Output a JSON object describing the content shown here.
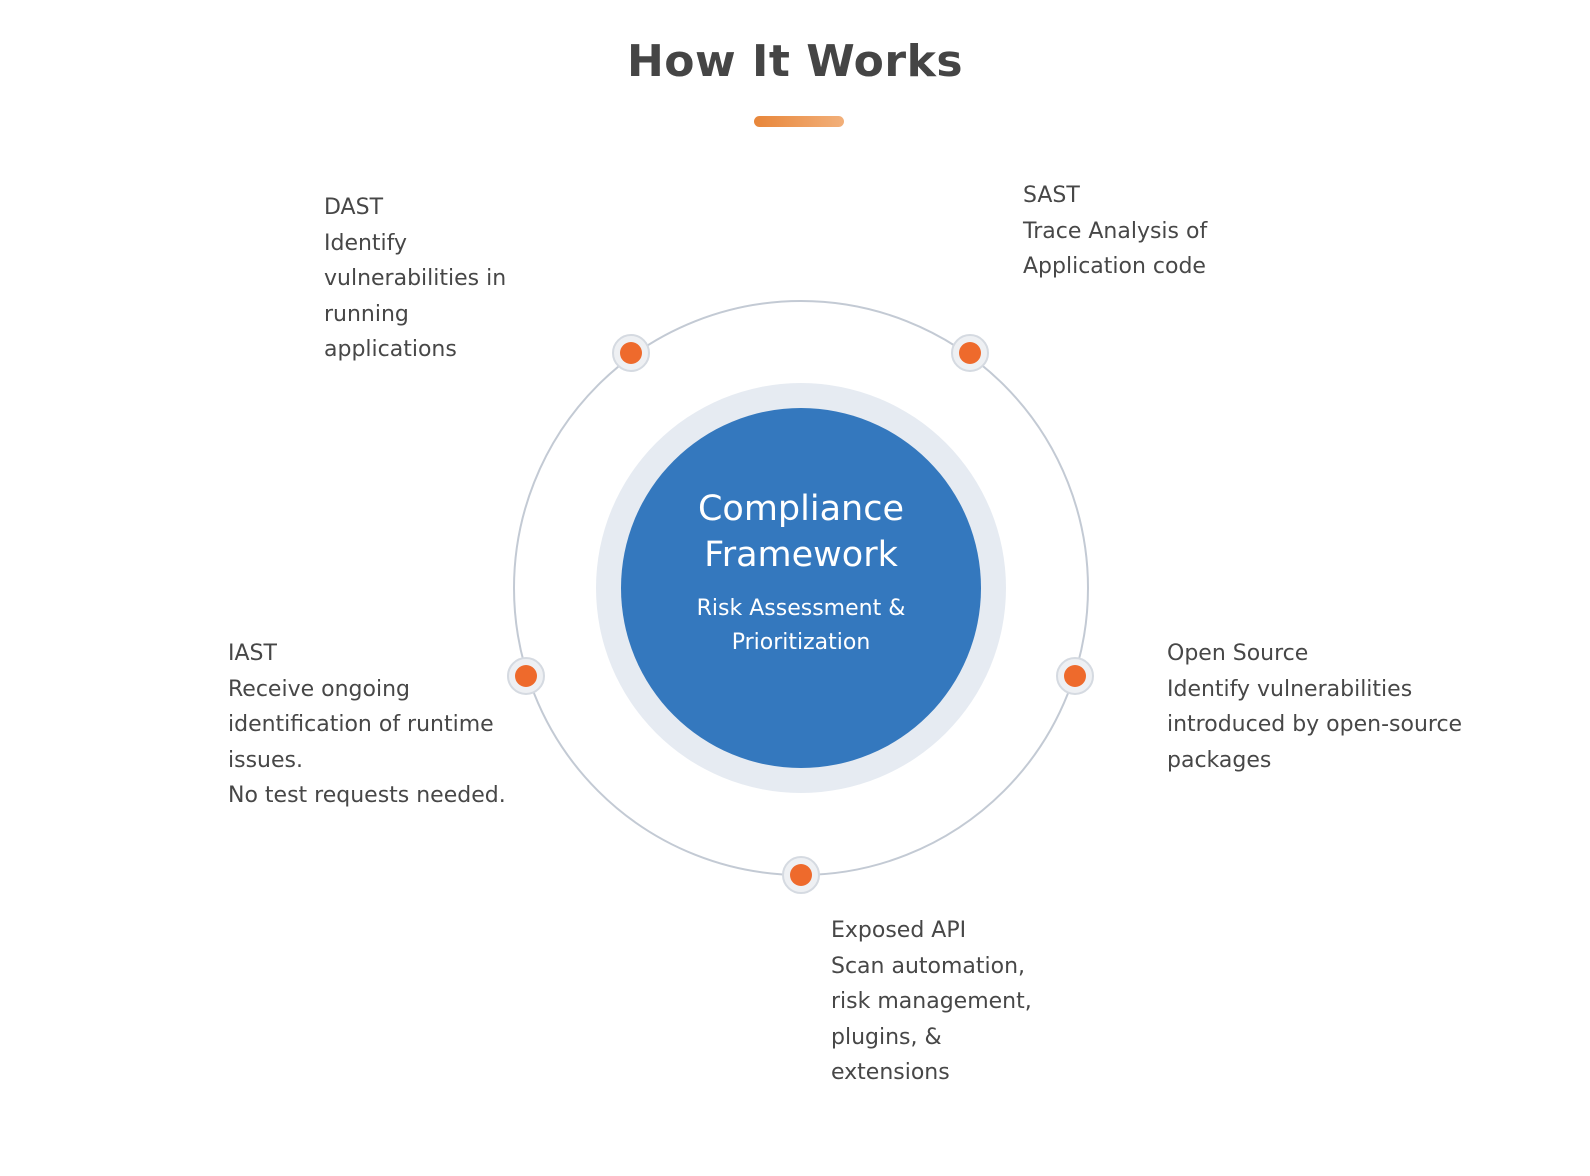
{
  "title": "How It Works",
  "center": {
    "title_lines": [
      "Compliance",
      "Framework"
    ],
    "subtitle_lines": [
      "Risk Assessment &",
      "Prioritization"
    ]
  },
  "nodes": [
    {
      "id": "dast",
      "lines": [
        "DAST",
        "Identify",
        "vulnerabilities in",
        "running",
        "applications"
      ]
    },
    {
      "id": "sast",
      "lines": [
        "SAST",
        "Trace Analysis of",
        "Application code"
      ]
    },
    {
      "id": "iast",
      "lines": [
        "IAST",
        "Receive ongoing",
        "identification of runtime",
        "issues.",
        "No test requests needed."
      ]
    },
    {
      "id": "open-source",
      "lines": [
        "Open Source",
        "Identify vulnerabilities",
        "introduced by open-source",
        "packages"
      ]
    },
    {
      "id": "exposed-api",
      "lines": [
        "Exposed API",
        "Scan automation,",
        "risk management,",
        "plugins, &",
        "extensions"
      ]
    }
  ],
  "colors": {
    "accent": "#ee6a2c",
    "center_fill": "#3478be",
    "center_halo": "#e6ebf2",
    "orbit": "#c3cad4",
    "underline": "#e8863a"
  }
}
